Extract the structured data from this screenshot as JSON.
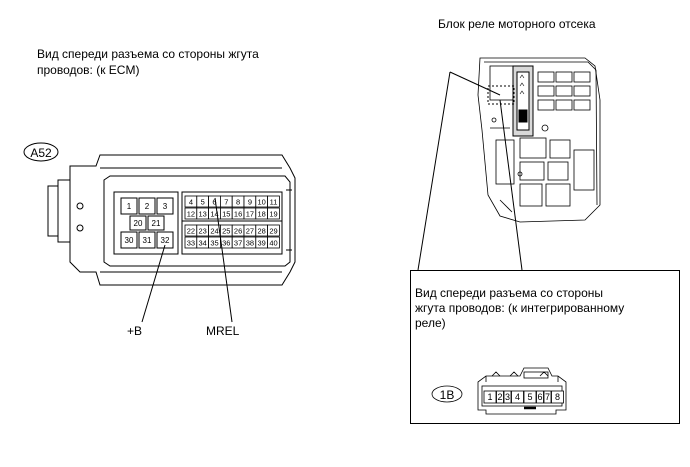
{
  "left": {
    "caption_line1": "Вид спереди разъема со стороны жгута",
    "caption_line2": "проводов: (к ECM)",
    "connector_id": "A52",
    "pins_left_block": [
      "1",
      "2",
      "3",
      "20",
      "21",
      "30",
      "31",
      "32"
    ],
    "pins_right_row1": [
      "4",
      "5",
      "6",
      "7",
      "8",
      "9",
      "10",
      "11"
    ],
    "pins_right_row2": [
      "12",
      "13",
      "14",
      "15",
      "16",
      "17",
      "18",
      "19"
    ],
    "pins_right_row3": [
      "22",
      "23",
      "24",
      "25",
      "26",
      "27",
      "28",
      "29"
    ],
    "pins_right_row4": [
      "33",
      "34",
      "35",
      "36",
      "37",
      "38",
      "39",
      "40"
    ],
    "label_b": "+B",
    "label_mrel": "MREL"
  },
  "right": {
    "title": "Блок реле моторного отсека",
    "caption_line1": "Вид спереди разъема со стороны",
    "caption_line2": "жгута проводов: (к интегрированному",
    "caption_line3": "реле)",
    "connector_id": "1B",
    "pins": [
      "1",
      "2",
      "3",
      "4",
      "5",
      "6",
      "7",
      "8"
    ]
  }
}
